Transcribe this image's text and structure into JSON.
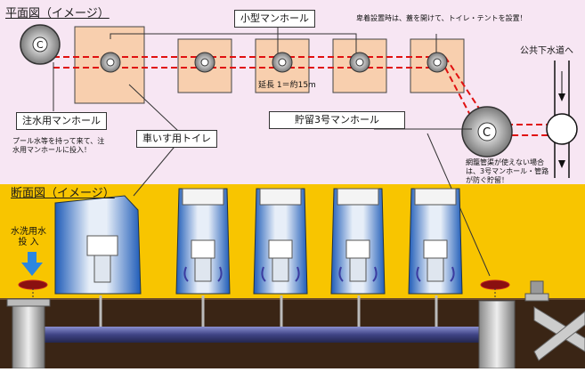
{
  "plan": {
    "title": "平面図（イメージ）",
    "small_manhole_label": "小型マンホール",
    "note_top": "卑着設置時は、蓋を開けて、トイレ・テントを設置！",
    "distance_label": "延長 1＝約15m",
    "sewer_label": "公共下水道へ",
    "inlet_manhole_label": "注水用マンホール",
    "inlet_note": "プール水等を持って来て、注水用マンホールに投入！",
    "toilet_label": "車いす用トイレ",
    "storage_manhole_label": "貯留3号マンホール",
    "storage_note": "網籠管渠が使えない場合は、3号マンホール・管路が防ぐ貯留！"
  },
  "section": {
    "title": "断面図（イメージ）",
    "water_in_label": "水洗用水\n投 入"
  },
  "colors": {
    "plan_bg": "#f7e6f3",
    "section_bg": "#f8c500",
    "ground": "#3a2515",
    "pipe": "#4a4f8a",
    "dashed_pipe": "#e01010",
    "toilet_box": "#f8cfae"
  }
}
